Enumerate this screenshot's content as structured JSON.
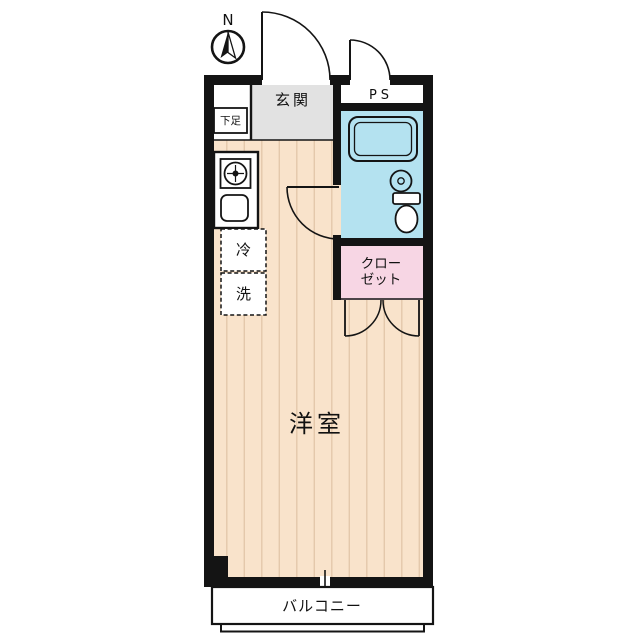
{
  "colors": {
    "wall": "#141414",
    "line": "#141414",
    "bg": "#ffffff",
    "floor": "#f9e3cb",
    "floor_stripe": "#e4c8ab",
    "bathroom": "#b4e2f0",
    "closet": "#f7d6e4",
    "genkan": "#e2e2e2"
  },
  "compass": {
    "label": "N"
  },
  "labels": {
    "genkan": "玄関",
    "pipe_space": "PS",
    "shoe_cabinet": "下足",
    "refrigerator": "冷",
    "washer": "洗",
    "closet_line1": "クロー",
    "closet_line2": "ゼット",
    "main_room": "洋室",
    "balcony": "バルコニー"
  },
  "icons": {
    "compass": "north-arrow-icon",
    "stove": "stove-burner-icon",
    "kitchen_sink": "kitchen-sink-icon",
    "bathtub": "bathtub-icon",
    "washbasin": "washbasin-icon",
    "toilet": "toilet-icon"
  }
}
